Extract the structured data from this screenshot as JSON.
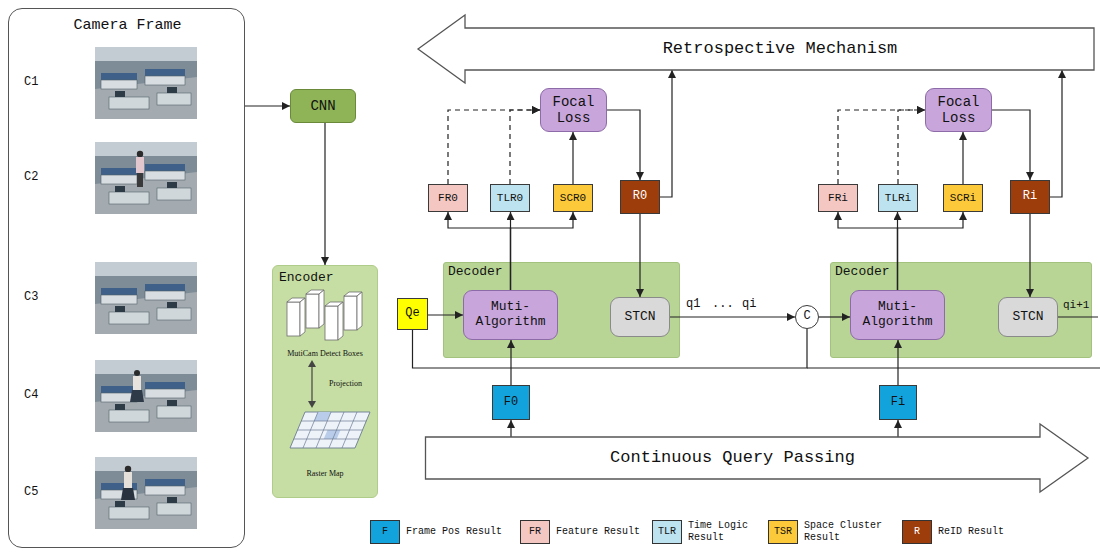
{
  "diagram": {
    "nodes": [
      {
        "text": [
          "Camera Frame"
        ]
      },
      {
        "text": [
          "CNN"
        ]
      },
      {
        "text": [
          "Encoder",
          "MutiCam Detect Boxes",
          "Projection",
          "Raster Map"
        ]
      },
      {
        "text": [
          "Retrospective Mechanism"
        ]
      },
      {
        "text": [
          "Focal Loss"
        ]
      },
      {
        "text": [
          "FR0"
        ]
      },
      {
        "text": [
          "TLR0"
        ]
      },
      {
        "text": [
          "SCR0"
        ]
      },
      {
        "text": [
          "R0"
        ]
      },
      {
        "text": [
          "Decoder"
        ]
      },
      {
        "text": [
          "Muti-Algorithm"
        ],
        "in": 9
      },
      {
        "text": [
          "STCN"
        ],
        "in": 9
      },
      {
        "text": [
          "Qe"
        ]
      },
      {
        "text": [
          "C"
        ]
      },
      {
        "text": [
          "Focal Loss"
        ]
      },
      {
        "text": [
          "FRi"
        ]
      },
      {
        "text": [
          "TLRi"
        ]
      },
      {
        "text": [
          "SCRi"
        ]
      },
      {
        "text": [
          "Ri"
        ]
      },
      {
        "text": [
          "Decoder"
        ]
      },
      {
        "text": [
          "Muti-Algorithm"
        ],
        "in": 19
      },
      {
        "text": [
          "STCN"
        ],
        "in": 19
      },
      {
        "text": [
          "F0"
        ]
      },
      {
        "text": [
          "Fi"
        ]
      },
      {
        "text": [
          "Continuous Query Passing"
        ]
      }
    ],
    "edges": [
      {
        "from": 0,
        "to": 1,
        "arrow": "to"
      },
      {
        "from": 1,
        "to": 2,
        "arrow": "to"
      },
      {
        "from": 12,
        "to": 10,
        "arrow": "to"
      },
      {
        "from": 22,
        "to": 10,
        "arrow": "to"
      },
      {
        "from": 24,
        "to": 22,
        "arrow": "to"
      },
      {
        "from": 24,
        "to": 23,
        "arrow": "to"
      },
      {
        "from": 10,
        "to": 5,
        "arrow": "to"
      },
      {
        "from": 10,
        "to": 6,
        "arrow": "to"
      },
      {
        "from": 10,
        "to": 7,
        "arrow": "to"
      },
      {
        "from": 5,
        "to": 4,
        "arrow": "to"
      },
      {
        "from": 6,
        "to": 4,
        "arrow": "to"
      },
      {
        "from": 7,
        "to": 4,
        "arrow": "to"
      },
      {
        "from": 4,
        "to": 8,
        "arrow": "to"
      },
      {
        "from": 8,
        "to": 3,
        "arrow": "to"
      },
      {
        "from": 8,
        "to": 11,
        "arrow": "to"
      },
      {
        "from": 11,
        "to": 13,
        "arrow": "to"
      },
      {
        "from": 12,
        "to": 13,
        "arrow": "none"
      },
      {
        "from": 13,
        "to": 20,
        "arrow": "to"
      },
      {
        "from": 23,
        "to": 20,
        "arrow": "to"
      },
      {
        "from": 20,
        "to": 15,
        "arrow": "to"
      },
      {
        "from": 20,
        "to": 16,
        "arrow": "to"
      },
      {
        "from": 20,
        "to": 17,
        "arrow": "to"
      },
      {
        "from": 15,
        "to": 14,
        "arrow": "to"
      },
      {
        "from": 16,
        "to": 14,
        "arrow": "to"
      },
      {
        "from": 17,
        "to": 14,
        "arrow": "to"
      },
      {
        "from": 14,
        "to": 18,
        "arrow": "to"
      },
      {
        "from": 18,
        "to": 3,
        "arrow": "to"
      },
      {
        "from": 18,
        "to": 21,
        "arrow": "to"
      }
    ],
    "labels": [
      "C1",
      "C2",
      "C3",
      "C4",
      "C5",
      "q1",
      "...",
      "qi",
      "qi+1",
      "F",
      "FR",
      "TLR",
      "TSR",
      "R"
    ],
    "legend": [
      {
        "text": "Frame Pos Result",
        "color": "#12a3dd"
      },
      {
        "text": "Feature Result",
        "color": "#f4c7c3"
      },
      {
        "text": "Time Logic Result",
        "color": "#bde3f0"
      },
      {
        "text": "Space Cluster Result",
        "color": "#fcc93a"
      },
      {
        "text": "ReID Result",
        "color": "#9c3d0b"
      }
    ]
  }
}
